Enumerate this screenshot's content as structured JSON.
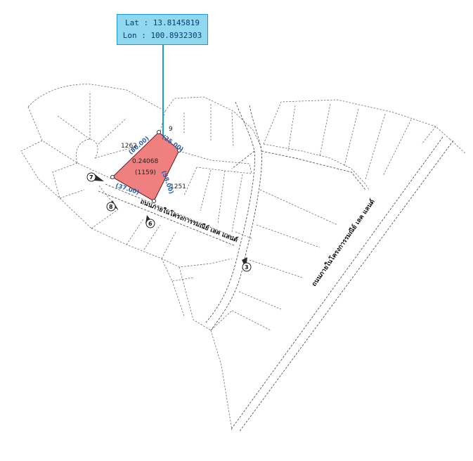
{
  "coordinates": {
    "lat_text": "Lat : 13.8145819",
    "lon_text": "Lon : 100.8932303"
  },
  "parcel": {
    "area": "0.24068",
    "number": "(1159)",
    "fill_color": "#f08080",
    "edges": [
      "(80.00)",
      "(25.00)",
      "(58.00)",
      "(37.00)"
    ]
  },
  "neighbors": [
    "1262",
    "9",
    "1251"
  ],
  "markers": [
    "7",
    "8",
    "6",
    "3"
  ],
  "roads": [
    "ถนนภายในโครงการรมณีย์ เลค แลนด์",
    "ถนนภายในโครงการรมณีย์ เลค แลนด์"
  ],
  "pointer_color": "#1a9ad6"
}
